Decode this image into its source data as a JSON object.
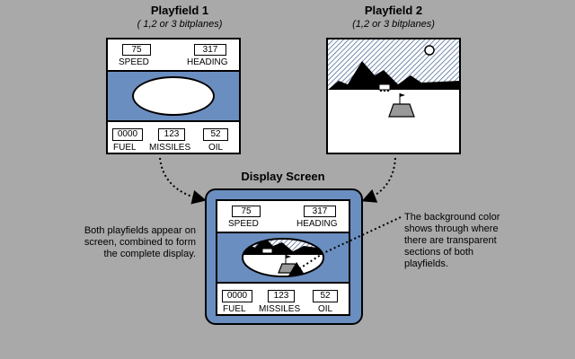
{
  "playfield1": {
    "title": "Playfield 1",
    "subtitle": "( 1,2 or 3 bitplanes)"
  },
  "playfield2": {
    "title": "Playfield 2",
    "subtitle": "(1,2 or 3 bitplanes)"
  },
  "display": {
    "title": "Display Screen"
  },
  "hud": {
    "speed_value": "75",
    "speed_label": "SPEED",
    "heading_value": "317",
    "heading_label": "HEADING",
    "fuel_value": "0000",
    "fuel_label": "FUEL",
    "missiles_value": "123",
    "missiles_label": "MISSILES",
    "oil_value": "52",
    "oil_label": "OIL"
  },
  "notes": {
    "left": "Both playfields appear on screen, combined to form the complete display.",
    "right": "The background color shows through where there are transparent sections of both playfields."
  },
  "colors": {
    "background": "#a9a9a9",
    "blue": "#6b8ec0",
    "sky_hatch": "#3a5a8a"
  }
}
